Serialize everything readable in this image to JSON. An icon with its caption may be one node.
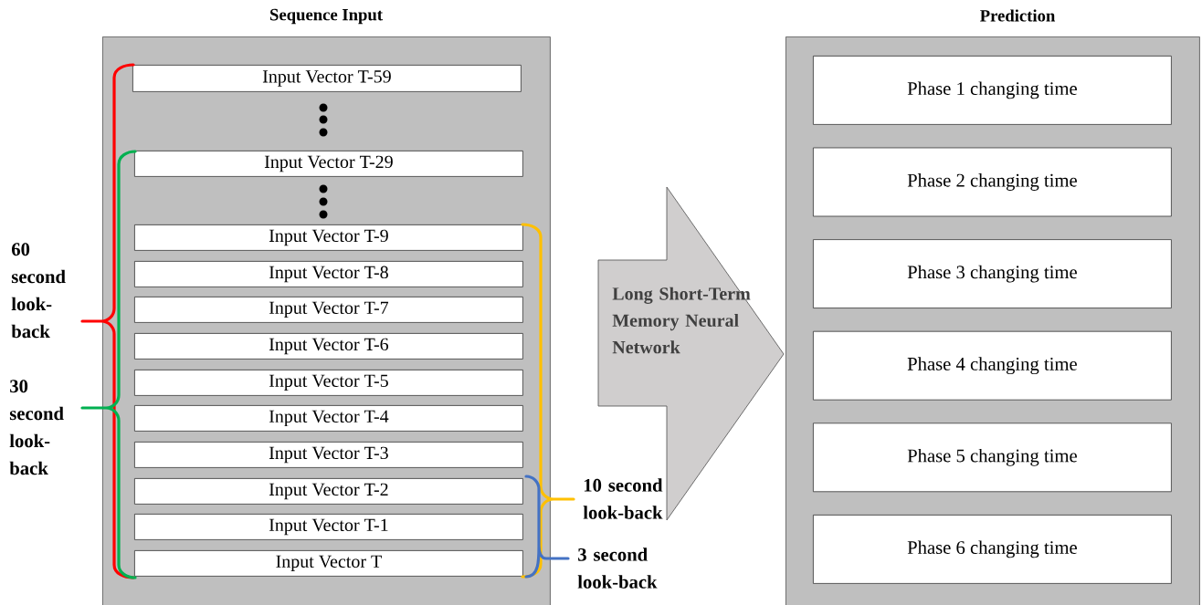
{
  "diagram": {
    "nodes": [
      {
        "text": [
          "Sequence Input"
        ]
      },
      {
        "text": [
          "Input Vector T-59"
        ],
        "in": 0
      },
      {
        "text": [
          "Input Vector T-29"
        ],
        "in": 0
      },
      {
        "text": [
          "Input Vector T-9"
        ],
        "in": 0
      },
      {
        "text": [
          "Input Vector T-8"
        ],
        "in": 0
      },
      {
        "text": [
          "Input Vector T-7"
        ],
        "in": 0
      },
      {
        "text": [
          "Input Vector T-6"
        ],
        "in": 0
      },
      {
        "text": [
          "Input Vector T-5"
        ],
        "in": 0
      },
      {
        "text": [
          "Input Vector T-4"
        ],
        "in": 0
      },
      {
        "text": [
          "Input Vector T-3"
        ],
        "in": 0
      },
      {
        "text": [
          "Input Vector T-2"
        ],
        "in": 0
      },
      {
        "text": [
          "Input Vector T-1"
        ],
        "in": 0
      },
      {
        "text": [
          "Input Vector T"
        ],
        "in": 0
      },
      {
        "text": [
          "Long Short-Term Memory Neural Network"
        ]
      },
      {
        "text": [
          "Prediction"
        ]
      },
      {
        "text": [
          "Phase 1 changing time"
        ],
        "in": 14
      },
      {
        "text": [
          "Phase 2 changing time"
        ],
        "in": 14
      },
      {
        "text": [
          "Phase 3 changing time"
        ],
        "in": 14
      },
      {
        "text": [
          "Phase 4 changing time"
        ],
        "in": 14
      },
      {
        "text": [
          "Phase 5 changing time"
        ],
        "in": 14
      },
      {
        "text": [
          "Phase 6 changing time"
        ],
        "in": 14
      }
    ],
    "labels": [
      "60 second look-back",
      "30 second look-back",
      "10 second look-back",
      "3 second look-back"
    ]
  }
}
